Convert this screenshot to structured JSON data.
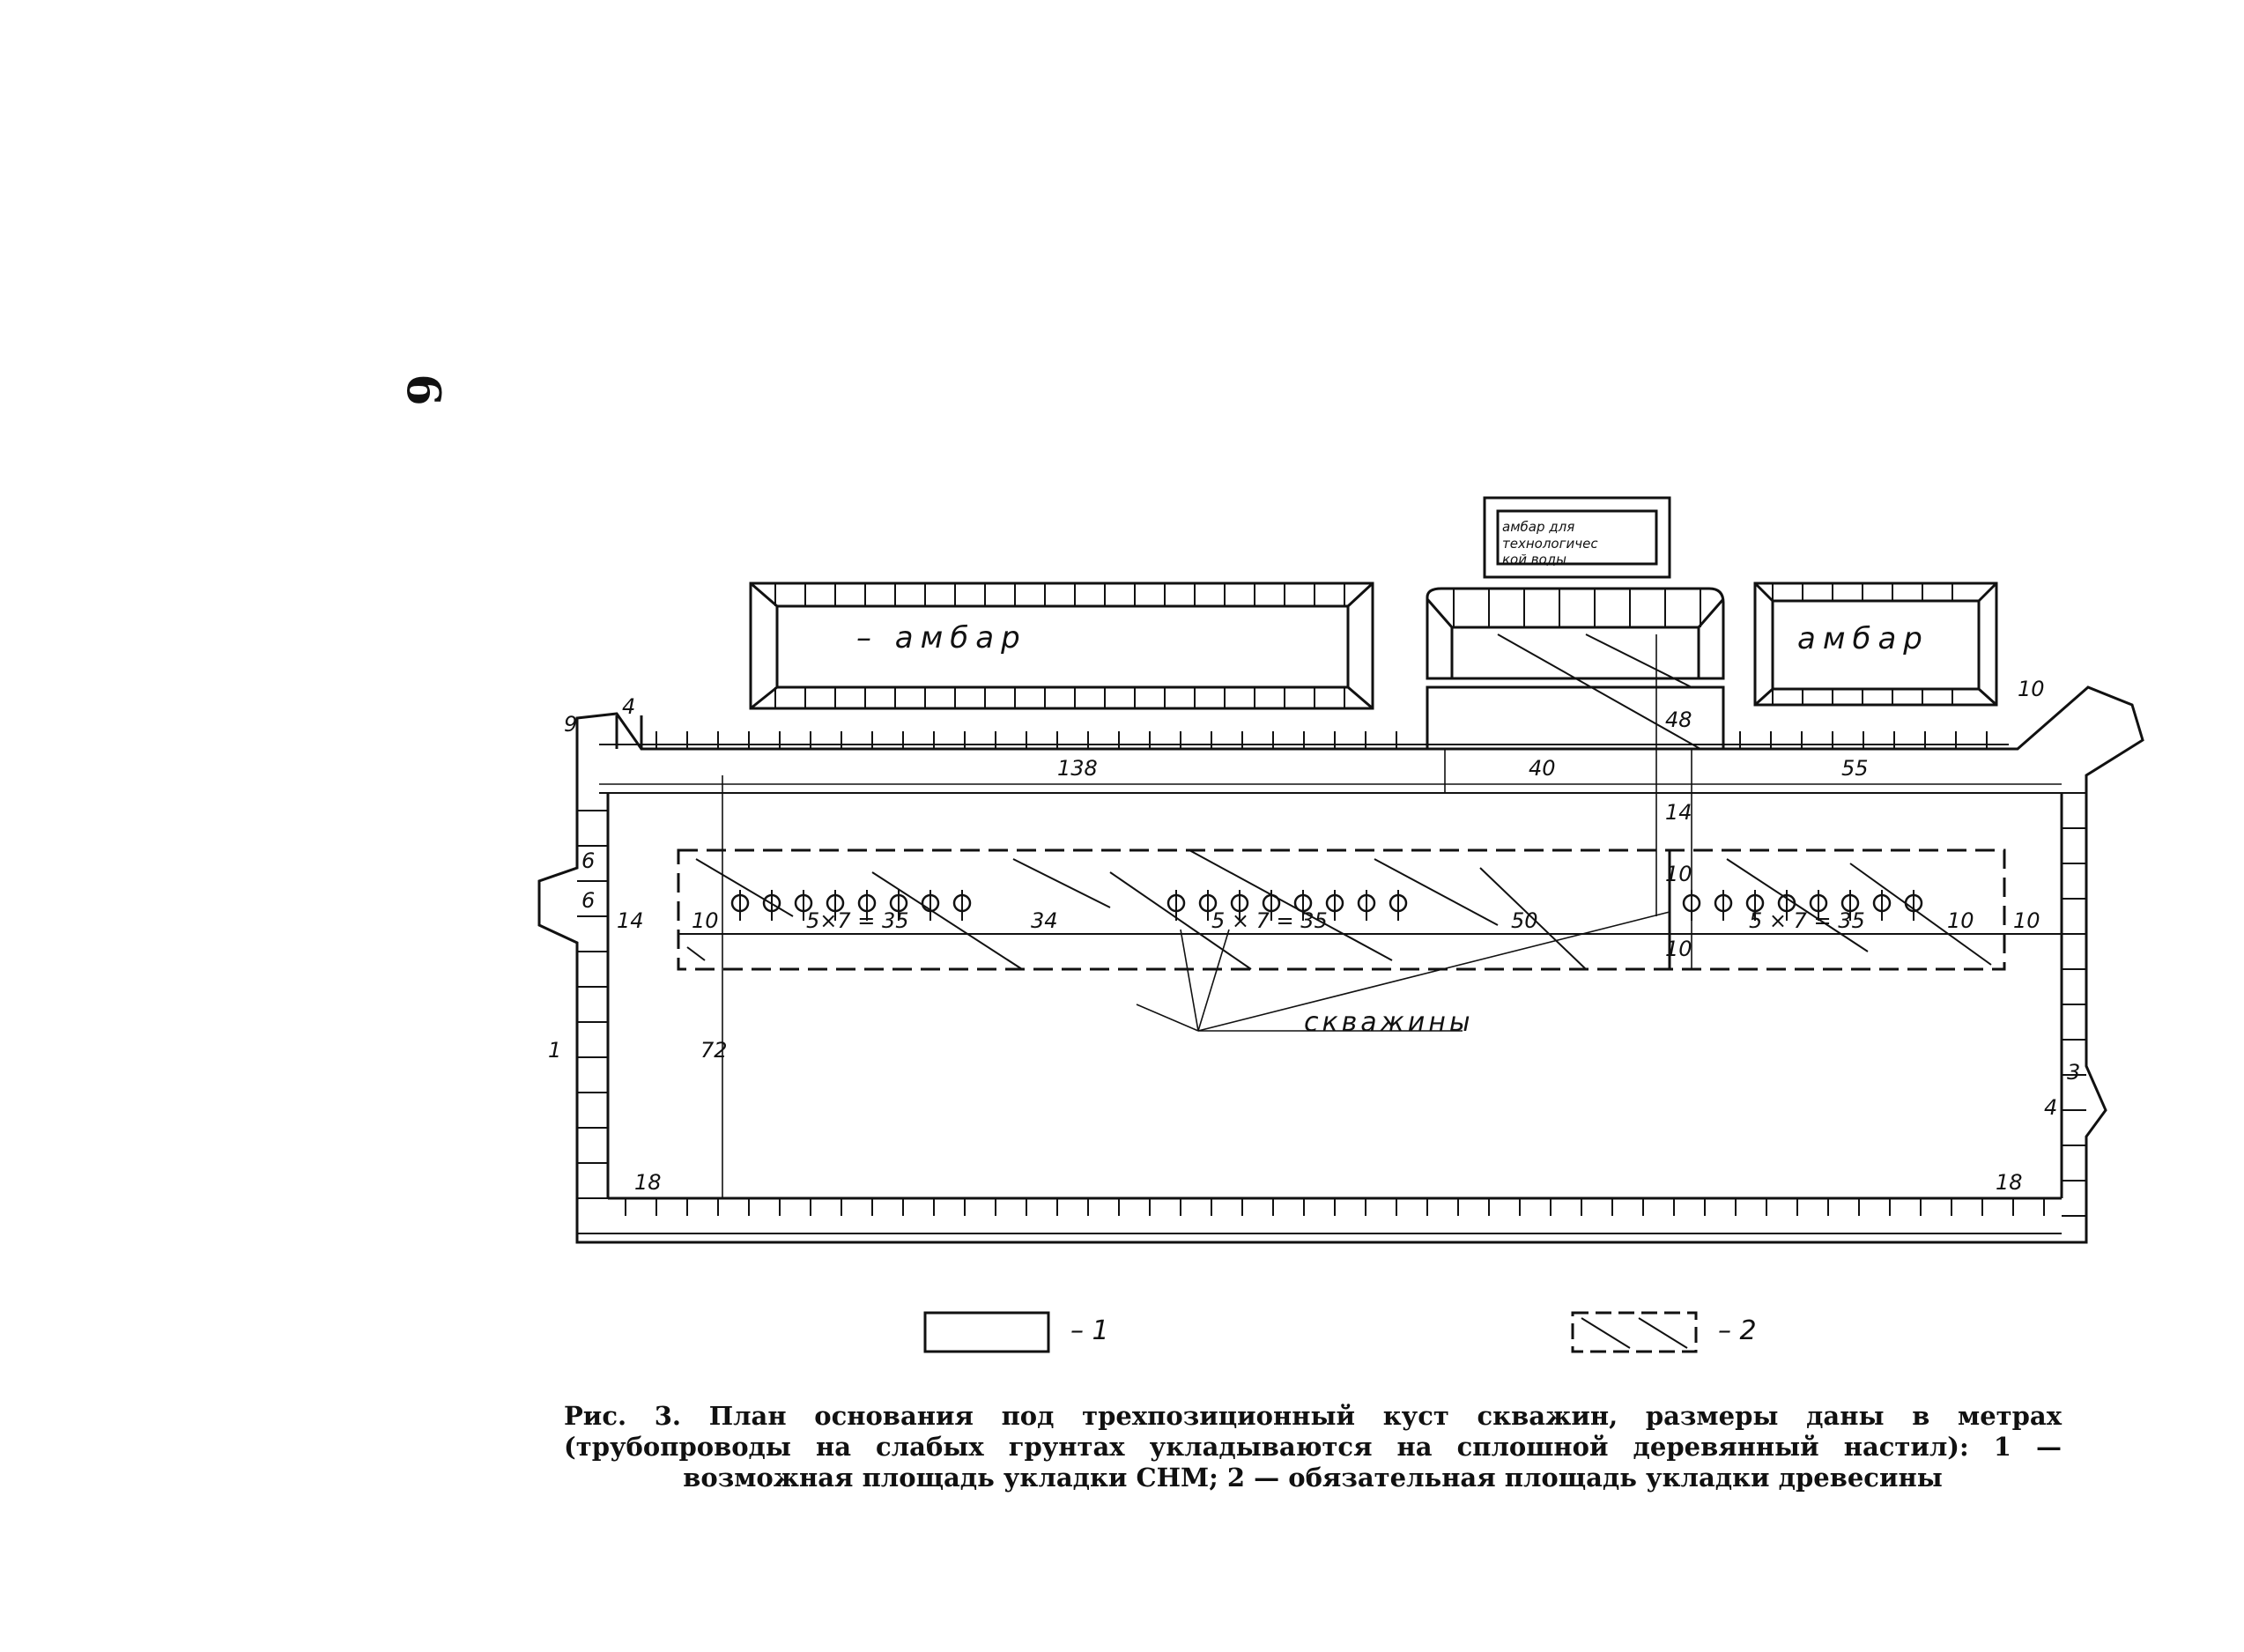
{
  "page_number": "6",
  "labels": {
    "ambar": "амбар",
    "ambar_left": "– амбар",
    "ambar_tech_line1": "амбар для",
    "ambar_tech_line2": "технологичес",
    "ambar_tech_line3": "кой воды",
    "skvazhiny": "скважины"
  },
  "dimensions": {
    "d9": "9",
    "d4": "4",
    "d138": "138",
    "d40": "40",
    "d55": "55",
    "d48": "48",
    "d14_top": "14",
    "d10_top": "10",
    "d10_bot": "10",
    "d10_right_top": "10",
    "d6a": "6",
    "d6b": "6",
    "d14_left": "14",
    "d10_left": "10",
    "g1": "5×7 = 35",
    "d34": "34",
    "g2": "5 × 7 = 35",
    "d50": "50",
    "g3": "5 × 7 = 35",
    "d10_r1": "10",
    "d10_r2": "10",
    "d72": "72",
    "d18_left": "18",
    "d18_right": "18",
    "d3": "3",
    "d4_right": "4",
    "d1_left": "1"
  },
  "legend": {
    "item1": "– 1",
    "item2": "– 2"
  },
  "caption": {
    "text": "Рис. 3. План основания под трехпозиционный куст скважин, размеры даны в метрах (трубопроводы на слабых грунтах укладываются на сплошной деревянный настил): 1 — возможная площадь укладки СНМ; 2 — обязательная площадь укладки древесины"
  }
}
